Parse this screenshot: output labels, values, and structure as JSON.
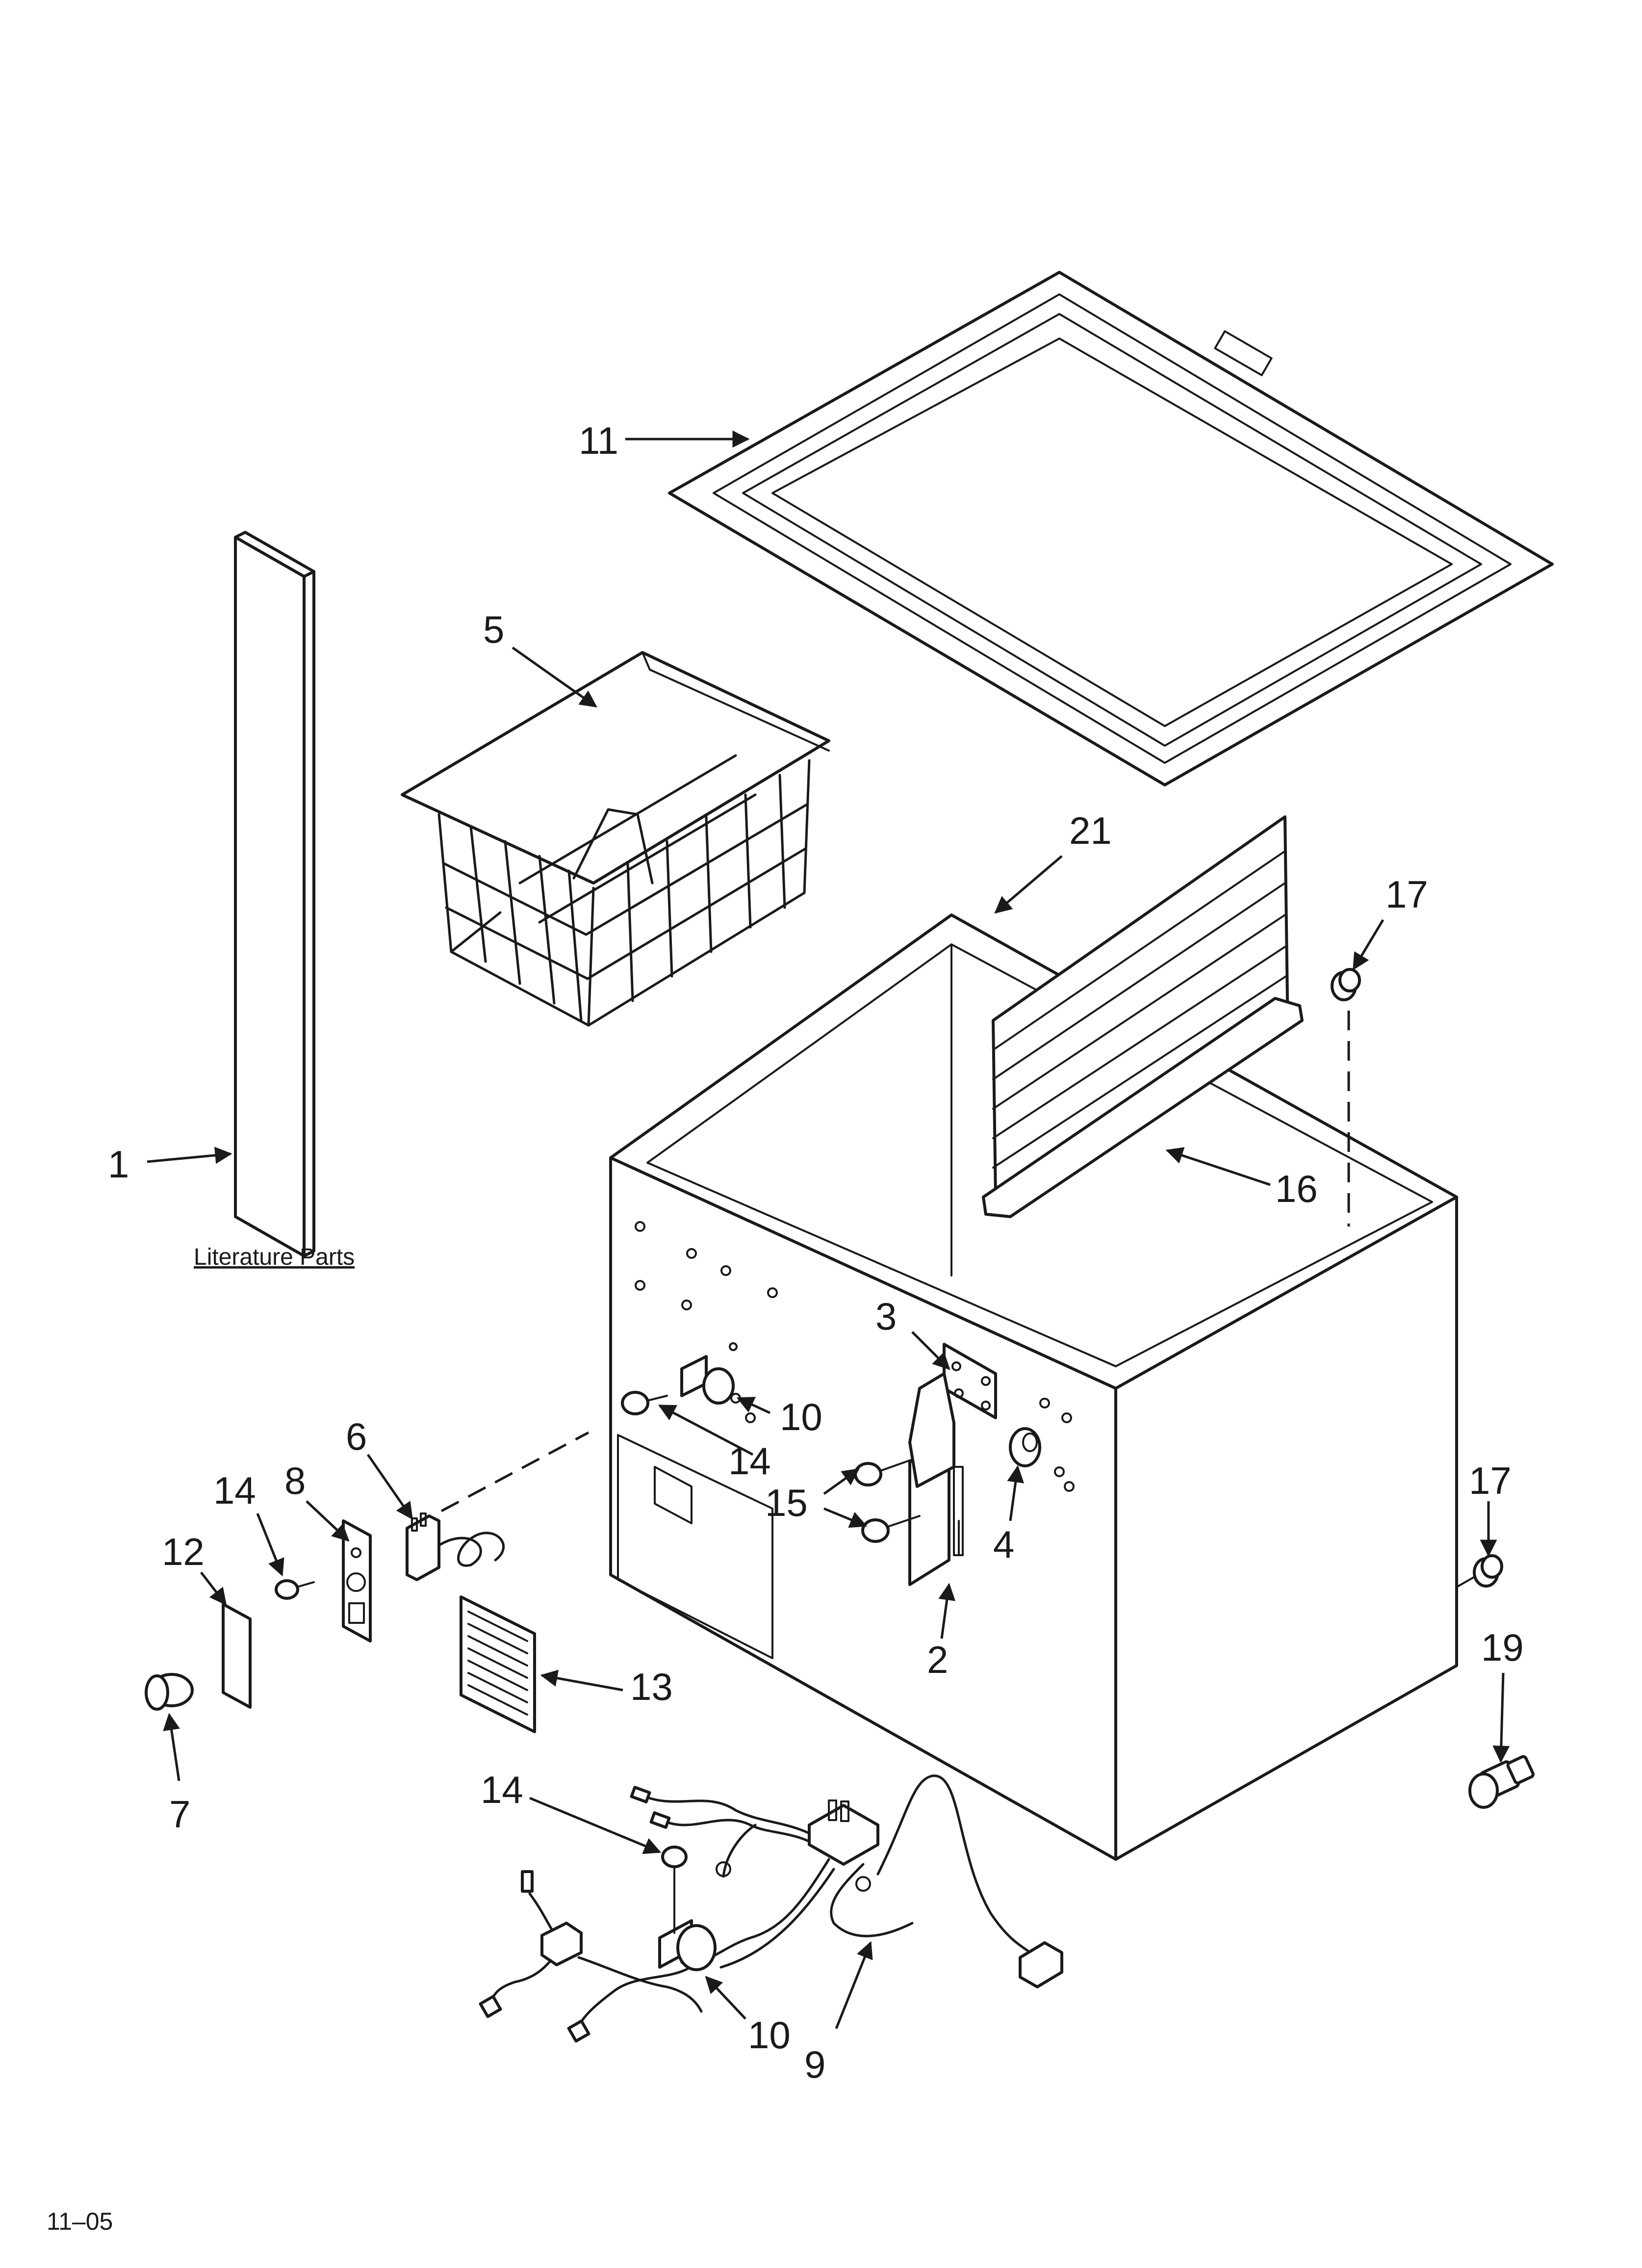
{
  "callouts": {
    "c1": "1",
    "c2": "2",
    "c3": "3",
    "c4": "4",
    "c5": "5",
    "c6": "6",
    "c7": "7",
    "c8": "8",
    "c9": "9",
    "c10a": "10",
    "c10b": "10",
    "c11": "11",
    "c12": "12",
    "c13": "13",
    "c14a": "14",
    "c14b": "14",
    "c14c": "14",
    "c15": "15",
    "c16": "16",
    "c17a": "17",
    "c17b": "17",
    "c19": "19",
    "c21": "21"
  },
  "literature_label": "Literature Parts",
  "date_code": "11–05"
}
